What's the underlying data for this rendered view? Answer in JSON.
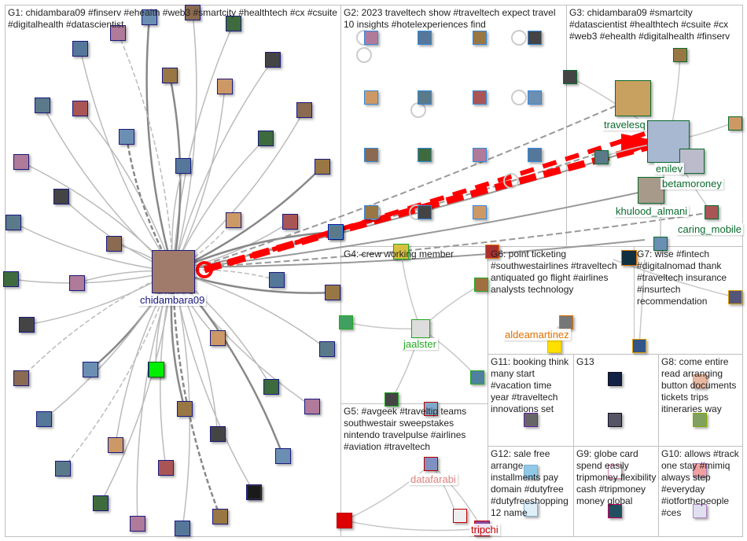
{
  "groups": [
    {
      "id": "G1",
      "title": "G1: chidambara09 #finserv #ehealth #web3 #smartcity #healthtech #cx #csuite #digitalhealth #datascientist"
    },
    {
      "id": "G2",
      "title": "G2: 2023 traveltech show #traveltech expect travel 10 insights #hotelexperiences find"
    },
    {
      "id": "G3",
      "title": "G3: chidambara09 #smartcity #datascientist #healthtech #csuite #cx #web3 #ehealth #digitalhealth #finserv"
    },
    {
      "id": "G4",
      "title": "G4: crew working member"
    },
    {
      "id": "G5",
      "title": "G5: #avgeek #traveltip teams southwestair sweepstakes nintendo travelpulse #airlines #aviation #traveltech"
    },
    {
      "id": "G6",
      "title": "G6: point ticketing #southwestairlines #traveltech antiquated go flight #airlines analysts technology"
    },
    {
      "id": "G7",
      "title": "G7: wise #fintech #digitalnomad thank #traveltech insurance #insurtech recommendation"
    },
    {
      "id": "G11",
      "title": "G11: booking think many start #vacation time year #traveltech innovations set"
    },
    {
      "id": "G13",
      "title": "G13"
    },
    {
      "id": "G8",
      "title": "G8: come entire read arranging button documents tickets trips itineraries way"
    },
    {
      "id": "G12",
      "title": "G12: sale free arrange installments pay domain #dutyfree #dutyfreeshopping 12 name"
    },
    {
      "id": "G9",
      "title": "G9: globe card spend easily tripmoney flexibility cash #tripmoney money global"
    },
    {
      "id": "G10",
      "title": "G10: allows #track one stay #mimiq always step #everyday #iotforthepeople #ces"
    }
  ],
  "labels": {
    "chidambara09": "chidambara09",
    "travelesq": "travelesq",
    "enilev": "enilev",
    "betamoroney": "betamoroney",
    "khulood_almani": "khulood_almani",
    "caring_mobile": "caring_mobile",
    "jaalster": "jaalster",
    "aldeamartinez": "aldeamartinez",
    "datafarabi": "datafarabi",
    "tripchi": "tripchi"
  },
  "colors": {
    "g1": "#1a1a80",
    "g3": "#0b6b2e",
    "g4": "#22aa22",
    "g5": "#c00000",
    "g6": "#e07000",
    "highlight": "#ff0000",
    "edge": "#c8c8c8"
  }
}
